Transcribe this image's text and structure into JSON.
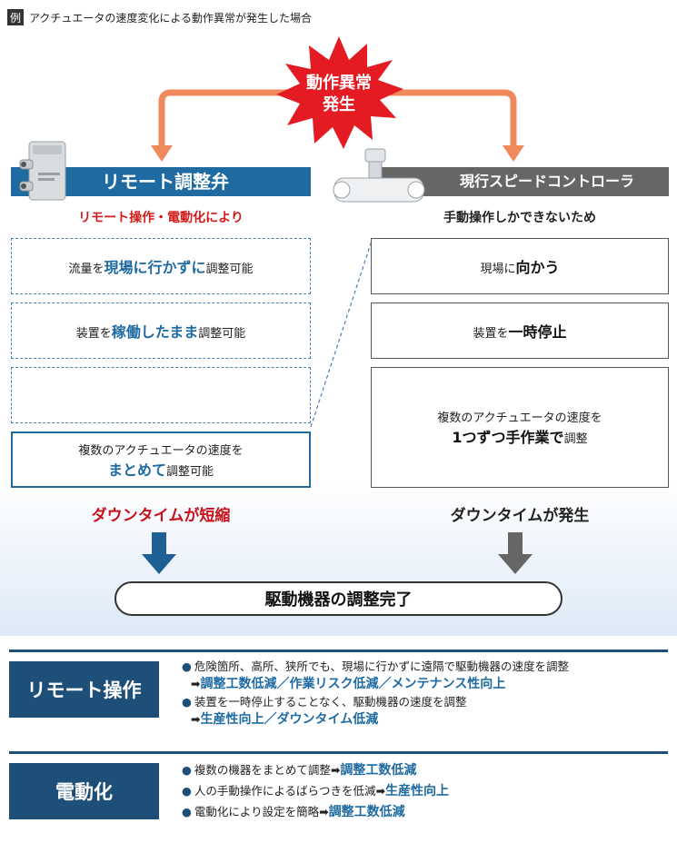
{
  "example": {
    "badge": "例",
    "title": "アクチュエータの速度変化による動作異常が発生した場合"
  },
  "burst": {
    "line1": "動作異常",
    "line2": "発生",
    "color": "#e41b23",
    "arrow_color": "#f08a5d"
  },
  "left": {
    "title": "リモート調整弁",
    "subtitle": "リモート操作・電動化により",
    "header_color": "#1e6aa1",
    "boxes": [
      {
        "pre": "流量を",
        "hl": "現場に行かずに",
        "post": "調整可能"
      },
      {
        "pre": "装置を",
        "hl": "稼働したまま",
        "post": "調整可能"
      },
      {
        "pre": "",
        "hl": "",
        "post": ""
      },
      {
        "line1": "複数のアクチュエータの速度を",
        "hl": "まとめて",
        "post": "調整可能"
      }
    ],
    "result": "ダウンタイムが短縮"
  },
  "right": {
    "title": "現行スピードコントローラ",
    "subtitle": "手動操作しかできないため",
    "header_color": "#666666",
    "boxes": [
      {
        "pre": "現場に",
        "hl": "向かう",
        "post": ""
      },
      {
        "pre": "装置を",
        "hl": "一時停止",
        "post": ""
      },
      {
        "line1": "複数のアクチュエータの速度を",
        "hl": "1つずつ手作業で",
        "post": "調整"
      }
    ],
    "result": "ダウンタイムが発生"
  },
  "complete": "駆動機器の調整完了",
  "benefits": [
    {
      "label": "リモート操作",
      "items": [
        {
          "text": "危険箇所、高所、狭所でも、現場に行かずに遠隔で駆動機器の速度を調整",
          "result": "調整工数低減／作業リスク低減／メンテナンス性向上"
        },
        {
          "text": "装置を一時停止することなく、駆動機器の速度を調整",
          "result": "生産性向上／ダウンタイム低減"
        }
      ]
    },
    {
      "label": "電動化",
      "items": [
        {
          "text": "複数の機器をまとめて調整",
          "result": "調整工数低減"
        },
        {
          "text": "人の手動操作によるばらつきを低減",
          "result": "生産性向上"
        },
        {
          "text": "電動化により設定を簡略",
          "result": "調整工数低減"
        }
      ]
    }
  ]
}
